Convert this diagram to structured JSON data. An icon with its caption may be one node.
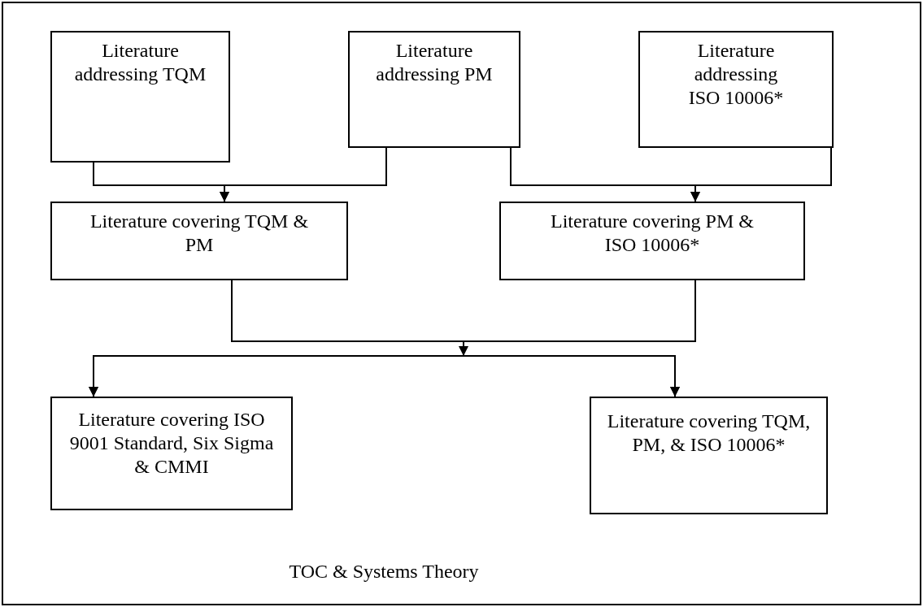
{
  "diagram": {
    "nodes": [
      {
        "text": [
          "TOC & Systems Theory"
        ]
      },
      {
        "text": [
          "Literature addressing TQM"
        ],
        "in": 0
      },
      {
        "text": [
          "Literature addressing PM"
        ],
        "in": 0
      },
      {
        "text": [
          "Literature addressing ISO 10006*"
        ],
        "in": 0
      },
      {
        "text": [
          "Literature covering TQM & PM"
        ],
        "in": 0
      },
      {
        "text": [
          "Literature covering PM & ISO 10006*"
        ],
        "in": 0
      },
      {
        "text": [
          "Literature covering ISO 9001 Standard, Six Sigma & CMMI"
        ],
        "in": 0
      },
      {
        "text": [
          "Literature covering TQM, PM, & ISO 10006*"
        ],
        "in": 0
      }
    ],
    "edges": [
      {
        "from": 1,
        "to": 4,
        "arrow": "to"
      },
      {
        "from": 2,
        "to": 4,
        "arrow": "to"
      },
      {
        "from": 2,
        "to": 5,
        "arrow": "to"
      },
      {
        "from": 3,
        "to": 5,
        "arrow": "to"
      },
      {
        "from": 4,
        "to": 6,
        "arrow": "to"
      },
      {
        "from": 4,
        "to": 7,
        "arrow": "to"
      },
      {
        "from": 5,
        "to": 6,
        "arrow": "to"
      },
      {
        "from": 5,
        "to": 7,
        "arrow": "to"
      }
    ]
  }
}
